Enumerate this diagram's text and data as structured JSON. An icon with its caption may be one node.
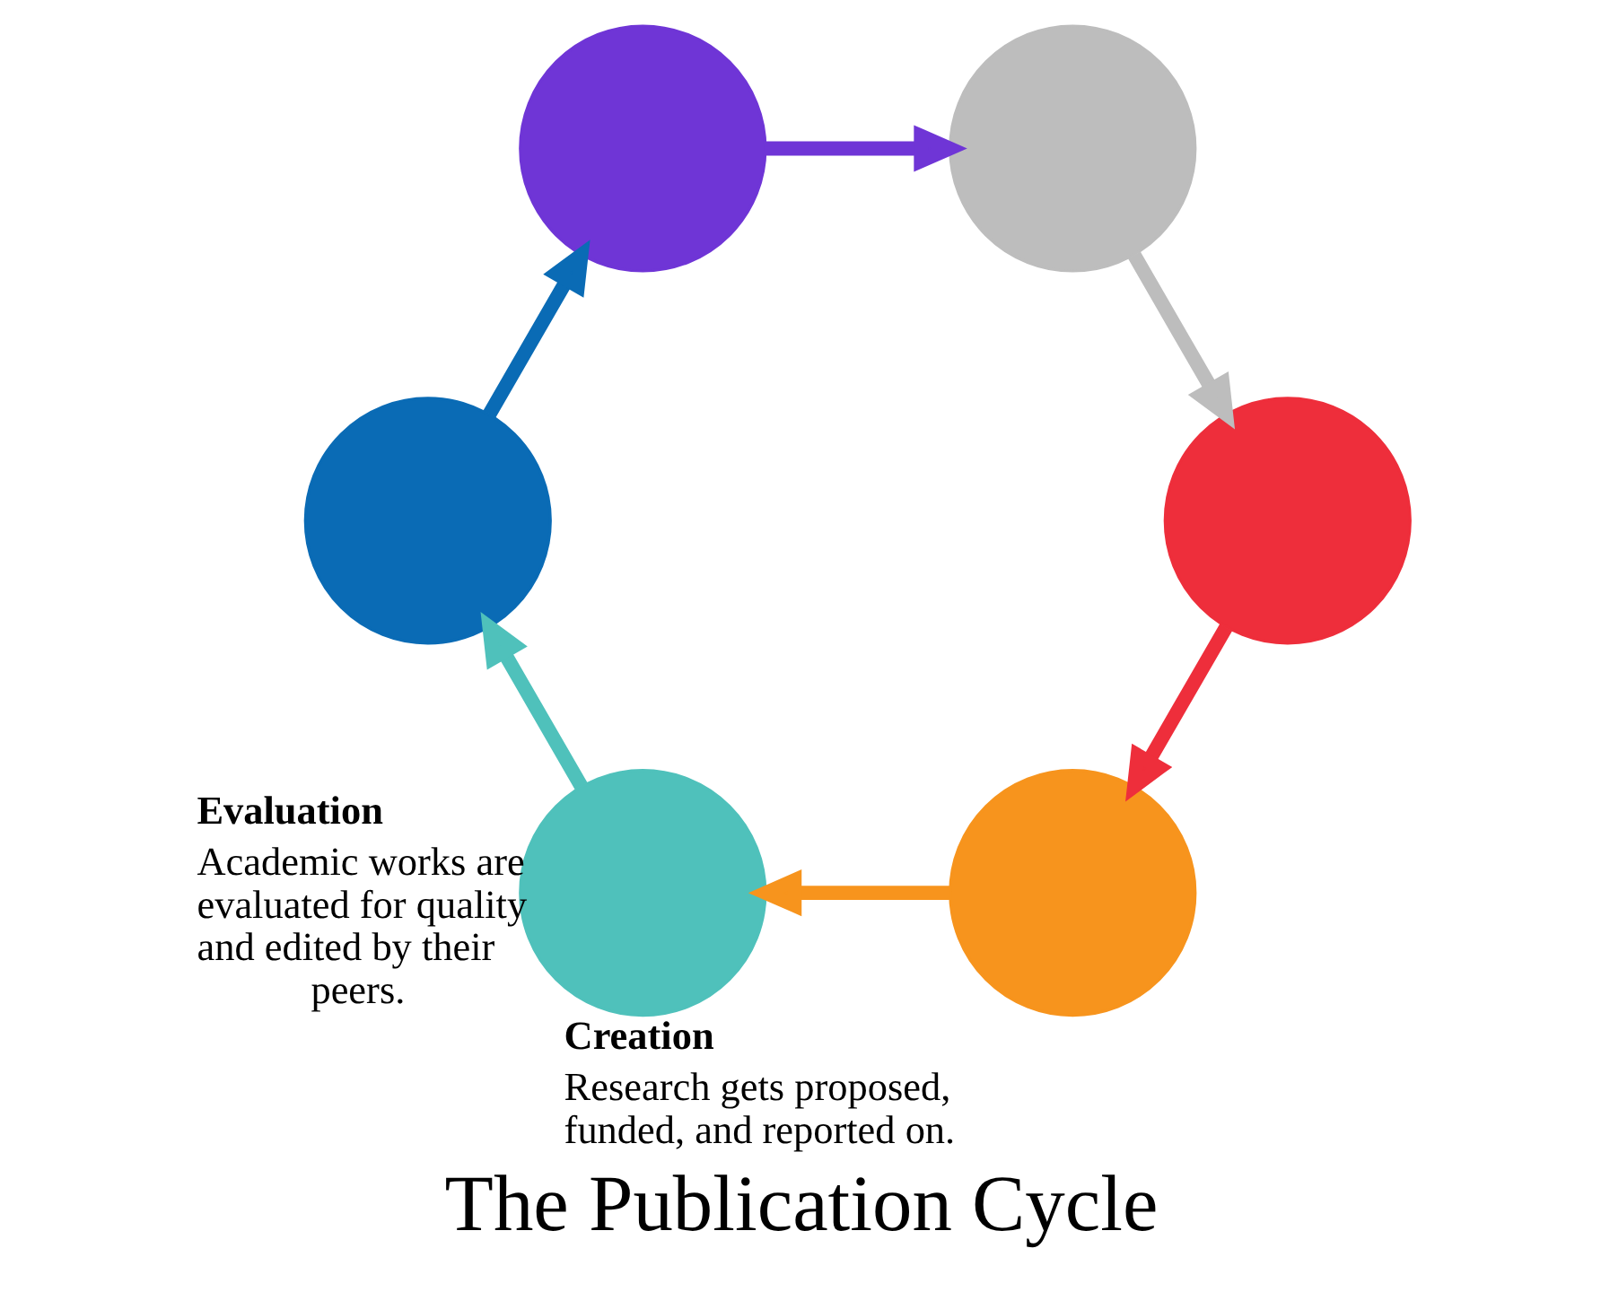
{
  "diagram": {
    "title": "The Publication Cycle",
    "nodes": [
      {
        "text": [],
        "shape": "circle",
        "beside": [
          "Creation",
          "Research gets proposed, funded, and reported on."
        ]
      },
      {
        "text": [],
        "shape": "circle",
        "beside": [
          "Evaluation",
          "Academic works are evaluated for quality and edited by their peers."
        ]
      },
      {
        "text": [],
        "shape": "circle"
      },
      {
        "text": [],
        "shape": "circle"
      },
      {
        "text": [],
        "shape": "circle"
      },
      {
        "text": [],
        "shape": "circle"
      }
    ],
    "edges": [
      {
        "from": 0,
        "to": 1,
        "arrow": "to",
        "color": "#f7941d"
      },
      {
        "from": 1,
        "to": 2,
        "arrow": "to",
        "color": "#4fc1bb"
      },
      {
        "from": 2,
        "to": 3,
        "arrow": "to",
        "color": "#0a6bb5"
      },
      {
        "from": 3,
        "to": 4,
        "arrow": "to",
        "color": "#6f35d6"
      },
      {
        "from": 4,
        "to": 5,
        "arrow": "to",
        "color": "#bdbdbd"
      },
      {
        "from": 5,
        "to": 0,
        "arrow": "to",
        "color": "#ee2e3b"
      }
    ]
  }
}
